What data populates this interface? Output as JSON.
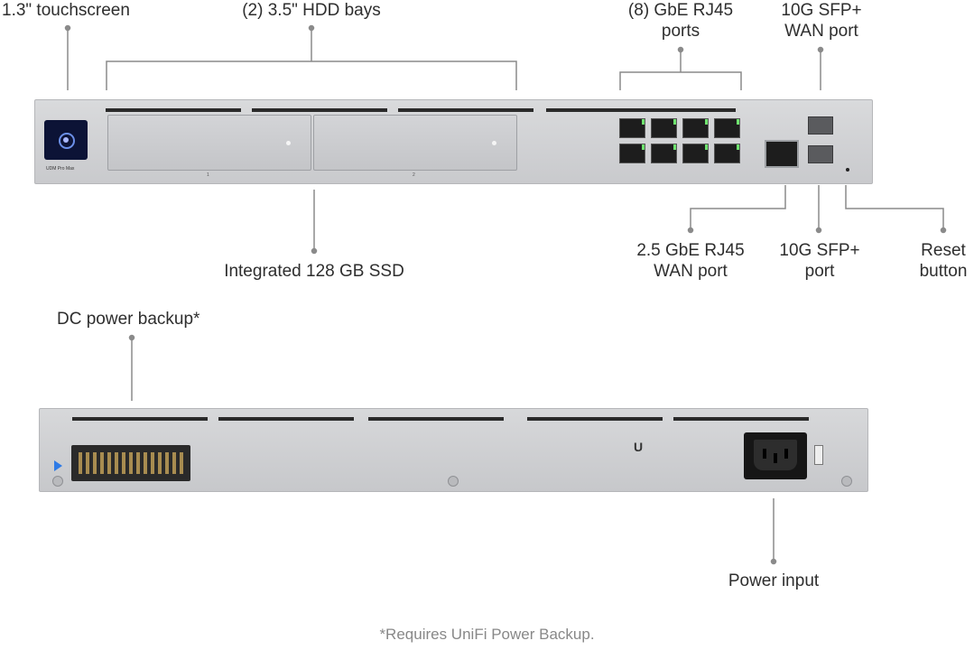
{
  "labels": {
    "touchscreen": "1.3\" touchscreen",
    "hdd_bays": "(2) 3.5\" HDD bays",
    "gbe_ports": [
      "(8) GbE RJ45",
      "ports"
    ],
    "sfp_wan": [
      "10G SFP+",
      "WAN port"
    ],
    "ssd": "Integrated 128 GB SSD",
    "rj45_wan": [
      "2.5 GbE RJ45",
      "WAN port"
    ],
    "sfp_port": [
      "10G SFP+",
      "port"
    ],
    "reset": [
      "Reset",
      "button"
    ],
    "dc_power": "DC power backup*",
    "power_input": "Power input"
  },
  "footnote": "*Requires UniFi Power Backup.",
  "device": {
    "brand": "UDM Pro Max",
    "bay_numbers": [
      "1",
      "2"
    ]
  },
  "colors": {
    "line": "#8a8a8a",
    "panel": "#d0d1d4",
    "touchscreen": "#0c1336",
    "port_led": "#6ee36e",
    "accent": "#2e7be6"
  }
}
